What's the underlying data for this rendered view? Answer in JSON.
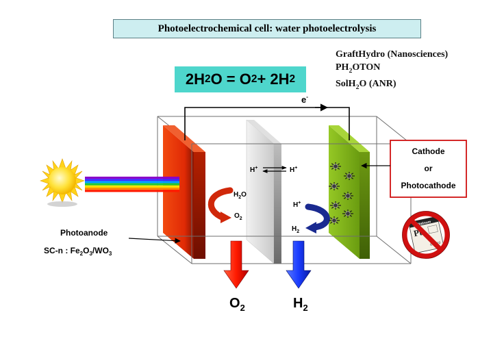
{
  "title": "Photoelectrochemical cell: water photoelectrolysis",
  "projects": [
    {
      "pre": "GraftHydro (Nanosciences)",
      "sub": "",
      "post": ""
    },
    {
      "pre": "PH",
      "sub": "2",
      "post": "OTON"
    },
    {
      "pre": "SolH",
      "sub": "2",
      "post": "O (ANR)"
    }
  ],
  "equation": {
    "a": "2H",
    "a_sub": "2",
    "b": "O = O",
    "b_sub": "2",
    "c": " + 2H",
    "c_sub": "2"
  },
  "electron": {
    "base": "e",
    "sup": "-"
  },
  "cathode_box": [
    "Cathode",
    "or",
    "Photocathode"
  ],
  "photoanode": {
    "label": "Photoanode",
    "sc_pre": "SC-n : Fe",
    "sub1": "2",
    "sc_mid": "O",
    "sub2": "3",
    "sc_mid2": "/WO",
    "sub3": "3"
  },
  "membrane": {
    "left": "H",
    "left_sup": "+",
    "right": "H",
    "right_sup": "+"
  },
  "anode_reaction": {
    "in_pre": "H",
    "in_sub": "2",
    "in_post": "O",
    "out_pre": "O",
    "out_sub": "2"
  },
  "cathode_reaction": {
    "in_pre": "H",
    "in_sup": "+",
    "out_pre": "H",
    "out_sub": "2"
  },
  "outputs": {
    "o2_pre": "O",
    "o2_sub": "2",
    "h2_pre": "H",
    "h2_sub": "2"
  },
  "platinum_label": "Platinum",
  "colors": {
    "title_bg": "#cdeef0",
    "equation_bg": "#4ed6cc",
    "anode": "#e8320a",
    "cathode": "#7fb51a",
    "membrane": "#d8d8d8",
    "o2_arrow": "#ff1a00",
    "h2_arrow": "#1a3cff",
    "prohibit": "#d01010",
    "cathode_box_border": "#d01010"
  },
  "icons": [
    "sun-icon",
    "light-beam-icon",
    "prohibition-icon",
    "catalyst-molecule-icon"
  ]
}
